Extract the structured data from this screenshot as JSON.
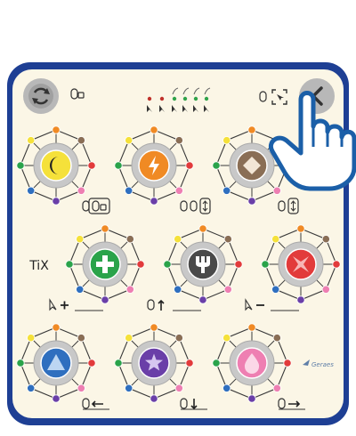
{
  "app": {
    "side_label": "TiX",
    "brand": "Geraes"
  },
  "colors": {
    "frame": "#1e3f94",
    "panel": "#fbf6e6",
    "ring_bg": "#c8c8c8",
    "line": "#3a3a3a",
    "hand": "#1b5fa8",
    "led_red": "#c0312b",
    "led_green": "#2fa24a"
  },
  "top": {
    "left_button_icon": "refresh-icon",
    "mouse_lock_icon": "mouse-lock-icon",
    "right_icons": [
      "mouse-icon",
      "fullscreen-corners-icon"
    ],
    "back_button_icon": "chevron-left-icon",
    "leds": [
      "red",
      "red",
      "green",
      "green",
      "green",
      "green"
    ]
  },
  "node_colors": {
    "top": "#f08a24",
    "tr": "#8a6e55",
    "r": "#e23b3b",
    "br": "#ee7fb2",
    "b": "#6a3fa8",
    "bl": "#2f6fbf",
    "l": "#2aa34a",
    "tl": "#f5e13a"
  },
  "rows": [
    [
      {
        "name": "moon",
        "icon": "moon-icon",
        "color": "#f5e13a",
        "caption_icons": [
          "mouse-icon",
          "mouse-lock-icon"
        ]
      },
      {
        "name": "bolt",
        "icon": "lightning-icon",
        "color": "#f08a24",
        "caption_icons": [
          "mouse-icon",
          "mouse-icon",
          "scroll-arrows-icon"
        ]
      },
      {
        "name": "diamond",
        "icon": "diamond-icon",
        "color": "#8a6e55",
        "caption_icons": [
          "mouse-icon",
          "scroll-arrows-icon"
        ]
      }
    ],
    [
      {
        "name": "plus",
        "icon": "plus-icon",
        "color": "#2aa34a",
        "caption_icons": [
          "cursor-icon",
          "plus-sign"
        ]
      },
      {
        "name": "psi",
        "icon": "trident-icon",
        "color": "#4a4a4a",
        "caption_icons": [
          "mouse-icon",
          "arrow-up-icon"
        ]
      },
      {
        "name": "star4",
        "icon": "four-point-star-icon",
        "color": "#e23b3b",
        "caption_icons": [
          "cursor-icon",
          "minus-sign"
        ]
      }
    ],
    [
      {
        "name": "triangle",
        "icon": "triangle-icon",
        "color": "#2f6fbf",
        "caption_icons": [
          "mouse-icon",
          "arrow-left-icon"
        ]
      },
      {
        "name": "star",
        "icon": "star-icon",
        "color": "#6a3fa8",
        "caption_icons": [
          "mouse-icon",
          "arrow-down-icon"
        ]
      },
      {
        "name": "drop",
        "icon": "drop-icon",
        "color": "#ee7fb2",
        "caption_icons": [
          "mouse-icon",
          "arrow-right-icon"
        ]
      }
    ]
  ]
}
